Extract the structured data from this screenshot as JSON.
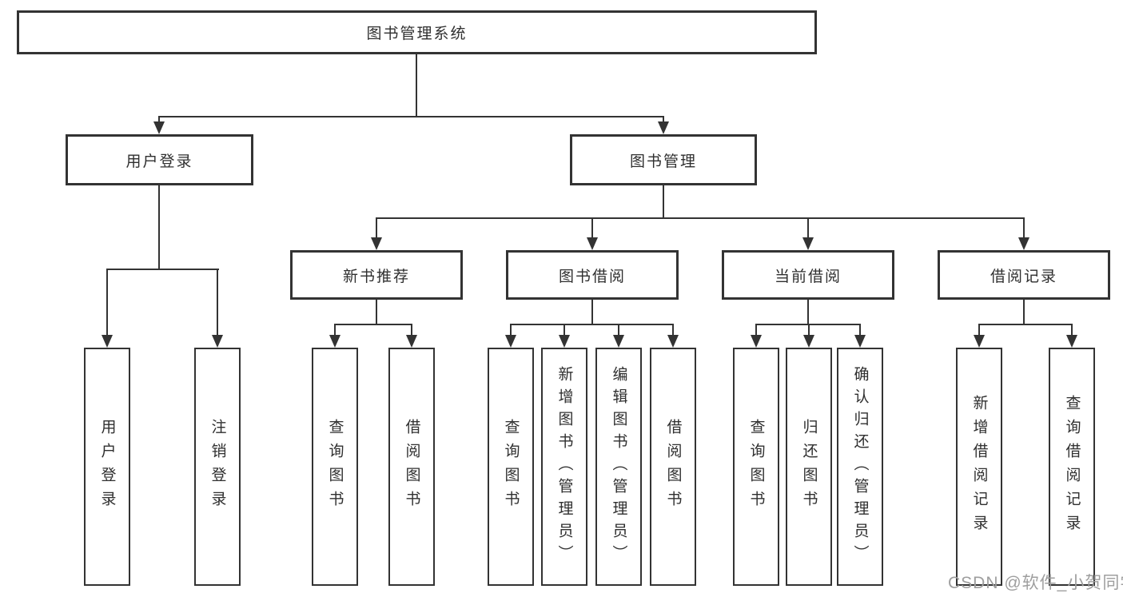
{
  "palette": {
    "line_color": "#333333",
    "text_color": "#2f2f2f",
    "background": "#ffffff",
    "watermark_color": "#9e9e9e"
  },
  "root": {
    "label": "图书管理系统"
  },
  "level2": [
    {
      "label": "用户登录"
    },
    {
      "label": "图书管理"
    }
  ],
  "level3": [
    {
      "label": "新书推荐",
      "parent": "图书管理"
    },
    {
      "label": "图书借阅",
      "parent": "图书管理"
    },
    {
      "label": "当前借阅",
      "parent": "图书管理"
    },
    {
      "label": "借阅记录",
      "parent": "图书管理"
    }
  ],
  "leaves": [
    {
      "label": "用户登录",
      "parent": "用户登录"
    },
    {
      "label": "注销登录",
      "parent": "用户登录"
    },
    {
      "label": "查询图书",
      "parent": "新书推荐"
    },
    {
      "label": "借阅图书",
      "parent": "新书推荐"
    },
    {
      "label": "查询图书",
      "parent": "图书借阅"
    },
    {
      "label": "新增图书（管理员）",
      "parent": "图书借阅"
    },
    {
      "label": "编辑图书（管理员）",
      "parent": "图书借阅"
    },
    {
      "label": "借阅图书",
      "parent": "图书借阅"
    },
    {
      "label": "查询图书",
      "parent": "当前借阅"
    },
    {
      "label": "归还图书",
      "parent": "当前借阅"
    },
    {
      "label": "确认归还（管理员）",
      "parent": "当前借阅"
    },
    {
      "label": "新增借阅记录",
      "parent": "借阅记录"
    },
    {
      "label": "查询借阅记录",
      "parent": "借阅记录"
    }
  ],
  "watermark": {
    "text": "CSDN @软件_小贺同学"
  }
}
